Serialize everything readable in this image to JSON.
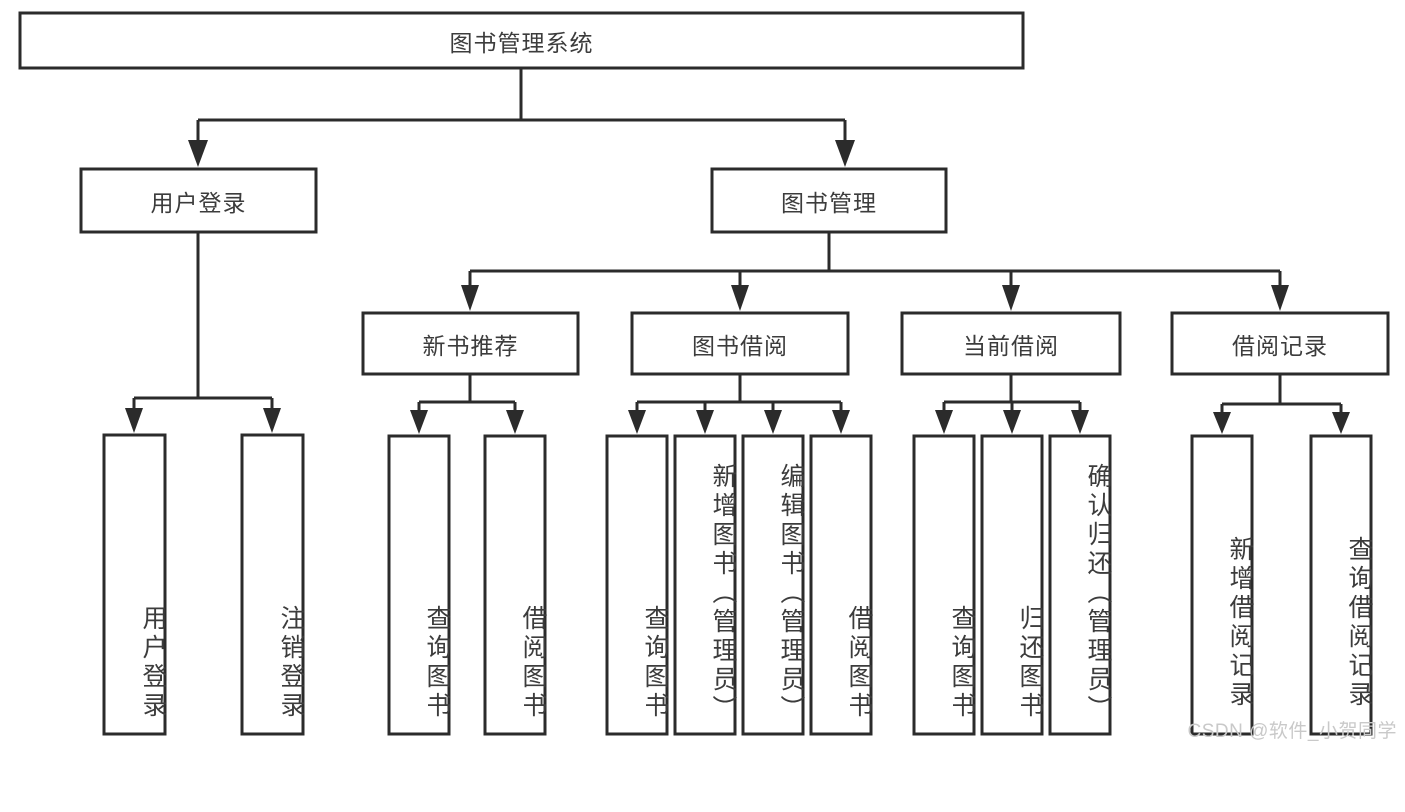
{
  "diagram": {
    "type": "tree-hierarchy-flowchart",
    "title": "图书管理系统",
    "watermark": "CSDN @软件_小贺同学",
    "colors": {
      "stroke": "#2b2b2b",
      "fill": "#ffffff",
      "text": "#3c3c3c",
      "watermark": "#c9c9c9",
      "background": "#ffffff"
    },
    "levels": [
      {
        "level": 0,
        "nodes": [
          {
            "id": "root",
            "label": "图书管理系统",
            "orientation": "horizontal"
          }
        ]
      },
      {
        "level": 1,
        "nodes": [
          {
            "id": "login",
            "label": "用户登录",
            "orientation": "horizontal",
            "parent": "root"
          },
          {
            "id": "bookmgmt",
            "label": "图书管理",
            "orientation": "horizontal",
            "parent": "root"
          }
        ]
      },
      {
        "level": 2,
        "nodes": [
          {
            "id": "newbook",
            "label": "新书推荐",
            "orientation": "horizontal",
            "parent": "bookmgmt"
          },
          {
            "id": "borrow",
            "label": "图书借阅",
            "orientation": "horizontal",
            "parent": "bookmgmt"
          },
          {
            "id": "current",
            "label": "当前借阅",
            "orientation": "horizontal",
            "parent": "bookmgmt"
          },
          {
            "id": "records",
            "label": "借阅记录",
            "orientation": "horizontal",
            "parent": "bookmgmt"
          }
        ]
      },
      {
        "level": 3,
        "nodes": [
          {
            "id": "leaf-1",
            "label": "用户登录",
            "orientation": "vertical",
            "parent": "login"
          },
          {
            "id": "leaf-2",
            "label": "注销登录",
            "orientation": "vertical",
            "parent": "login"
          },
          {
            "id": "leaf-3",
            "label": "查询图书",
            "orientation": "vertical",
            "parent": "newbook"
          },
          {
            "id": "leaf-4",
            "label": "借阅图书",
            "orientation": "vertical",
            "parent": "newbook"
          },
          {
            "id": "leaf-5",
            "label": "查询图书",
            "orientation": "vertical",
            "parent": "borrow"
          },
          {
            "id": "leaf-6",
            "label": "新增图书（管理员）",
            "orientation": "vertical",
            "parent": "borrow"
          },
          {
            "id": "leaf-7",
            "label": "编辑图书（管理员）",
            "orientation": "vertical",
            "parent": "borrow"
          },
          {
            "id": "leaf-8",
            "label": "借阅图书",
            "orientation": "vertical",
            "parent": "borrow"
          },
          {
            "id": "leaf-9",
            "label": "查询图书",
            "orientation": "vertical",
            "parent": "current"
          },
          {
            "id": "leaf-10",
            "label": "归还图书",
            "orientation": "vertical",
            "parent": "current"
          },
          {
            "id": "leaf-11",
            "label": "确认归还（管理员）",
            "orientation": "vertical",
            "parent": "current"
          },
          {
            "id": "leaf-12",
            "label": "新增借阅记录",
            "orientation": "vertical",
            "parent": "records"
          },
          {
            "id": "leaf-13",
            "label": "查询借阅记录",
            "orientation": "vertical",
            "parent": "records"
          }
        ]
      }
    ]
  }
}
